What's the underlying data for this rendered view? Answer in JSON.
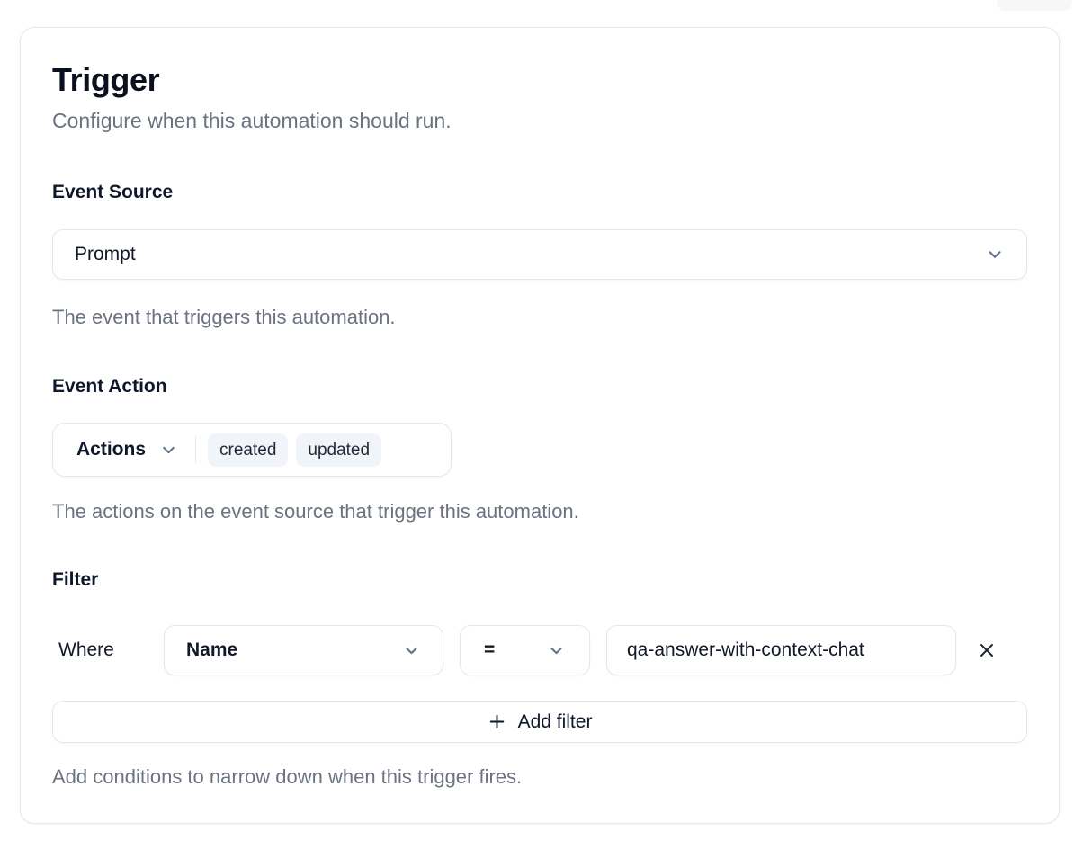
{
  "card": {
    "title": "Trigger",
    "subtitle": "Configure when this automation should run.",
    "event_source": {
      "label": "Event Source",
      "selected": "Prompt",
      "help": "The event that triggers this automation."
    },
    "event_action": {
      "label": "Event Action",
      "dropdown_label": "Actions",
      "selected_actions": [
        "created",
        "updated"
      ],
      "help": "The actions on the event source that trigger this automation."
    },
    "filter": {
      "label": "Filter",
      "where_label": "Where",
      "field": "Name",
      "operator": "=",
      "value": "qa-answer-with-context-chat",
      "add_filter_label": "Add filter",
      "help": "Add conditions to narrow down when this trigger fires."
    }
  },
  "icons": {
    "chevron_down": "chevron-down",
    "close": "x-close",
    "plus": "plus"
  },
  "colors": {
    "text_primary": "#111827",
    "text_secondary": "#6b7280",
    "border": "#e5e7eb",
    "card_border": "#e6e7f0",
    "badge_background": "#f1f4f9",
    "chevron": "#64748b"
  }
}
